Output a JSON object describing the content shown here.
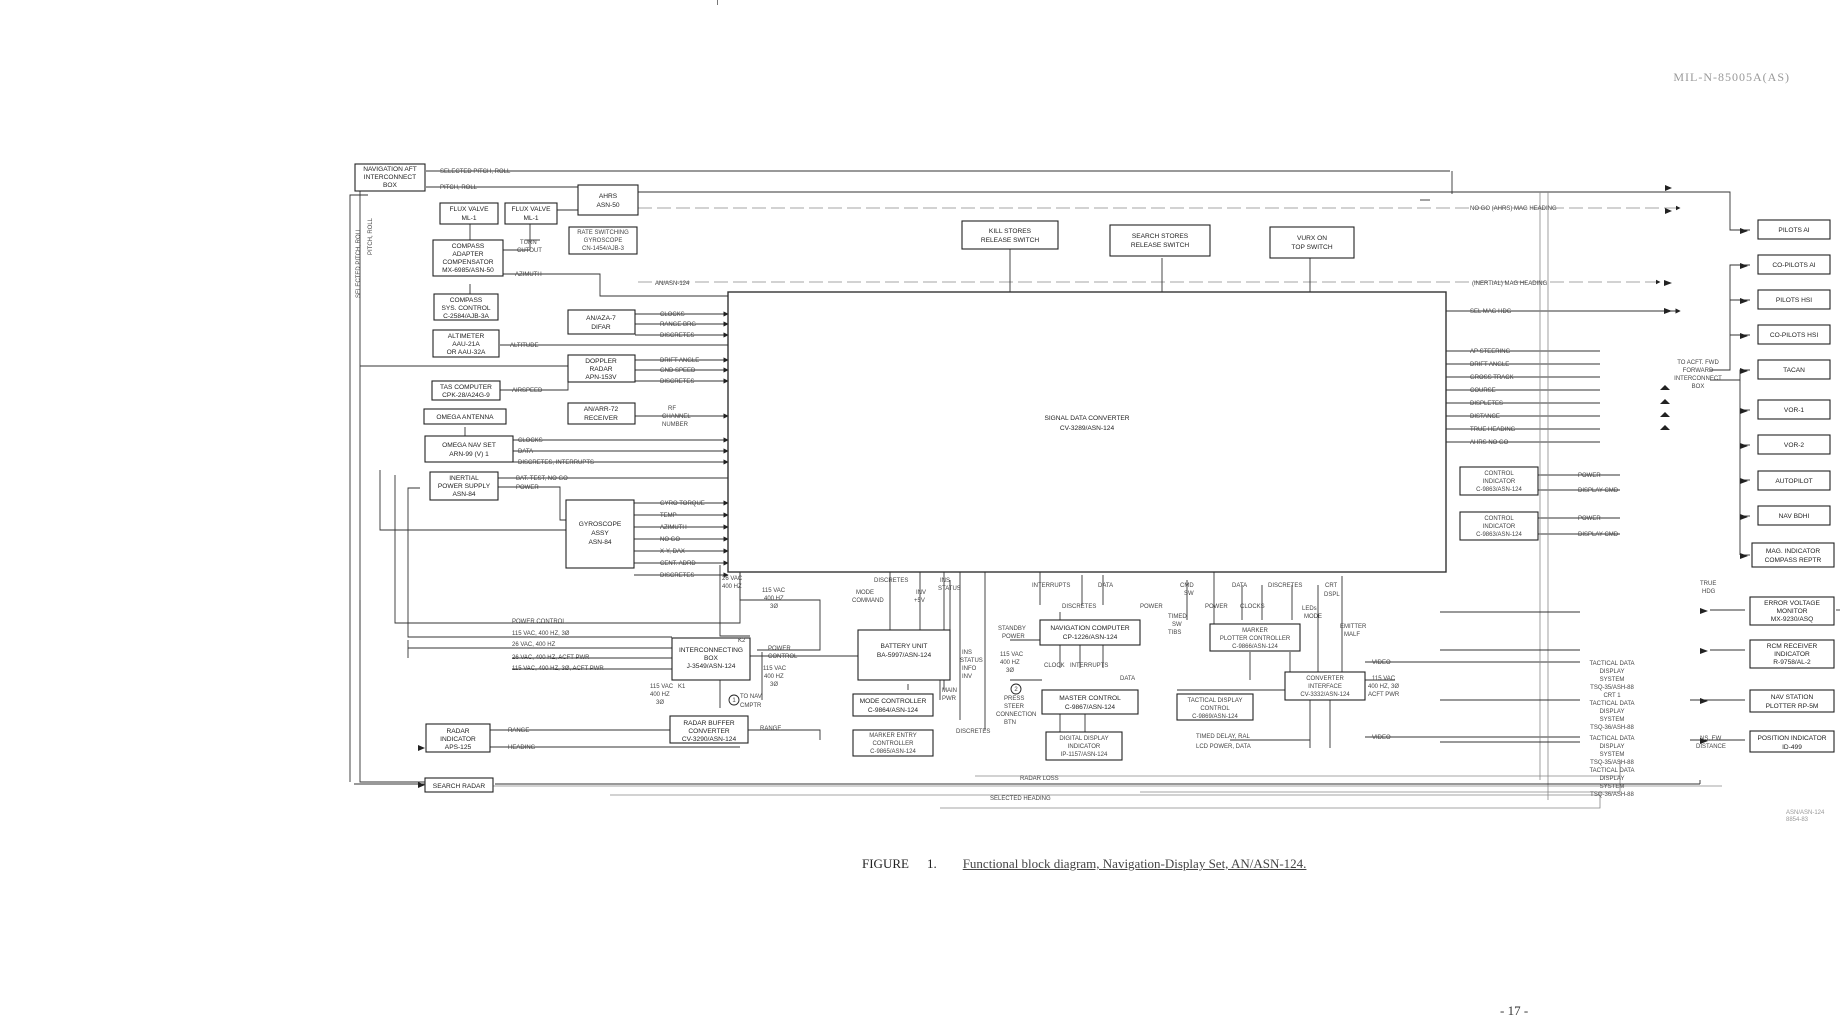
{
  "header": {
    "doc_id": "MIL-N-85005A(AS)"
  },
  "footer": {
    "figure_label": "FIGURE",
    "figure_number": "1.",
    "figure_title": "Functional block diagram, Navigation-Display Set, AN/ASN-124.",
    "page_number": "- 17 -",
    "stamp_line1": "ASN/ASN-124",
    "stamp_line2": "8854-83"
  },
  "blocks": {
    "nav_aft": [
      "NAVIGATION AFT",
      "INTERCONNECT",
      "BOX"
    ],
    "flux1": [
      "FLUX VALVE",
      "ML-1"
    ],
    "flux2": [
      "FLUX VALVE",
      "ML-1"
    ],
    "ahrs": [
      "AHRS",
      "ASN-50"
    ],
    "rate_sw": [
      "RATE SWITCHING",
      "GYROSCOPE",
      "CN-1454/AJB-3"
    ],
    "compass_adapter": [
      "COMPASS",
      "ADAPTER",
      "COMPENSATOR",
      "MX-6985/ASN-50"
    ],
    "compass_sys": [
      "COMPASS",
      "SYS. CONTROL",
      "C-2584/AJB-3A"
    ],
    "altimeter": [
      "ALTIMETER",
      "AAU-21A",
      "OR AAU-32A"
    ],
    "an_aza": [
      "AN/AZA-7",
      "DIFAR"
    ],
    "doppler": [
      "DOPPLER",
      "RADAR",
      "APN-153V"
    ],
    "tas": [
      "TAS COMPUTER",
      "CPK-28/A24G-9"
    ],
    "omega_ant": [
      "OMEGA ANTENNA"
    ],
    "omega_nav": [
      "OMEGA NAV SET",
      "ARN-99 (V) 1"
    ],
    "an_arr": [
      "AN/ARR-72",
      "RECEIVER"
    ],
    "inertial": [
      "INERTIAL",
      "POWER SUPPLY",
      "ASN-84"
    ],
    "gyro": [
      "GYROSCOPE",
      "ASSY",
      "ASN-84"
    ],
    "kill": [
      "KILL STORES",
      "RELEASE SWITCH"
    ],
    "search_stores": [
      "SEARCH STORES",
      "RELEASE SWITCH"
    ],
    "vurx": [
      "VURX ON",
      "TOP SWITCH"
    ],
    "sdc": [
      "SIGNAL DATA CONVERTER",
      "CV-3289/ASN-124"
    ],
    "ctl_ind1": [
      "CONTROL",
      "INDICATOR",
      "C-9863/ASN-124"
    ],
    "ctl_ind2": [
      "CONTROL",
      "INDICATOR",
      "C-9863/ASN-124"
    ],
    "interconnect": [
      "INTERCONNECTING",
      "BOX",
      "J-3549/ASN-124"
    ],
    "battery": [
      "BATTERY UNIT",
      "BA-5997/ASN-124"
    ],
    "mode_ctl": [
      "MODE CONTROLLER",
      "C-9864/ASN-124"
    ],
    "marker_entry": [
      "MARKER ENTRY",
      "CONTROLLER",
      "C-9865/ASN-124"
    ],
    "nav_computer": [
      "NAVIGATION COMPUTER",
      "CP-1226/ASN-124"
    ],
    "master_ctl": [
      "MASTER CONTROL",
      "C-9867/ASN-124"
    ],
    "digital_disp": [
      "DIGITAL DISPLAY",
      "INDICATOR",
      "IP-1157/ASN-124"
    ],
    "marker_plotter": [
      "MARKER",
      "PLOTTER CONTROLLER",
      "C-9866/ASN-124"
    ],
    "tactical_disp": [
      "TACTICAL DISPLAY",
      "CONTROL",
      "C-9869/ASN-124"
    ],
    "converter_if": [
      "CONVERTER",
      "INTERFACE",
      "CV-3332/ASN-124"
    ],
    "radar_buffer": [
      "RADAR BUFFER",
      "CONVERTER",
      "CV-3290/ASN-124"
    ],
    "radar_ind": [
      "RADAR",
      "INDICATOR",
      "APS-125"
    ],
    "search_radar": [
      "SEARCH RADAR"
    ],
    "pilots_ai": [
      "PILOTS AI"
    ],
    "copilots_ai": [
      "CO-PILOTS AI"
    ],
    "pilots_hsi": [
      "PILOTS HSI"
    ],
    "copilots_hsi": [
      "CO-PILOTS HSI"
    ],
    "tacan": [
      "TACAN"
    ],
    "vor1": [
      "VOR-1"
    ],
    "vor2": [
      "VOR-2"
    ],
    "autopilot": [
      "AUTOPILOT"
    ],
    "nav_bdhi": [
      "NAV BDHI"
    ],
    "mag_ind": [
      "MAG. INDICATOR",
      "COMPASS REPTR"
    ],
    "error_volt": [
      "ERROR VOLTAGE",
      "MONITOR",
      "MX-9230/ASQ"
    ],
    "rcm_receiver": [
      "RCM RECEIVER",
      "INDICATOR",
      "R-9758/AL-2"
    ],
    "nav_station": [
      "NAV STATION",
      "PLOTTER RP-5M"
    ],
    "position_ind": [
      "POSITION INDICATOR",
      "ID-499"
    ],
    "fwd_box": [
      "TO ACFT. FWD",
      "FORWARD",
      "INTERCONNECT",
      "BOX"
    ],
    "tdd1": [
      "TACTICAL DATA",
      "DISPLAY",
      "SYSTEM",
      "TSQ-35/ASH-88",
      "CRT 1",
      "TACTICAL DATA",
      "DISPLAY",
      "SYSTEM",
      "TSQ-36/ASH-88"
    ],
    "tdd2": [
      "TACTICAL DATA",
      "DISPLAY",
      "SYSTEM",
      "TSQ-35/ASH-88",
      "TACTICAL DATA",
      "DISPLAY",
      "SYSTEM",
      "TSQ-36/ASH-88"
    ]
  },
  "signals": {
    "selected_pitch_roll": "SELECTED PITCH, ROLL",
    "pitch_roll": "PITCH, ROLL",
    "selected_pitch_roll_v": "SELECTED PITCH, ROLL",
    "pitch_roll_v": "PITCH, ROLL",
    "ahrs_mag": "NO GO    (AHRS) MAG HEADING",
    "turn_cutout": [
      "TURN",
      "CUTOUT"
    ],
    "azimuth": "AZIMUTH",
    "an_asn": "AN/ASN-124",
    "inertial_mag": "(INERTIAL) MAG HEADING",
    "sel_mag": "SEL MAG HDG",
    "difar_sig": [
      "CLOCKS",
      "RANGE BRG",
      "DISCRETES"
    ],
    "altitude": "ALTITUDE",
    "doppler_sig": [
      "DRIFT ANGLE",
      "GND SPEED",
      "DISCRETES"
    ],
    "airspeed": "AIRSPEED",
    "rf_chan": [
      "RF",
      "CHANNEL",
      "NUMBER"
    ],
    "omega_sig": [
      "CLOCKS",
      "DATA",
      "DISCRETES, INTERRUPTS"
    ],
    "bat_test": "BAT. TEST, NO GO",
    "power": "POWER",
    "gyro_sig": [
      "GYRO TORQUE",
      "TEMP",
      "AZIMUTH",
      "NO GO",
      "X-Y, DAX",
      "CENT. ADRD",
      "DISCRETES"
    ],
    "out_sig": [
      "AP STEERING",
      "DRIFT ANGLE",
      "GROSS TRACK",
      "COURSE",
      "DISPLETES",
      "DISTANCE",
      "TRUE HEADING",
      "AHRS NO GO"
    ],
    "power_disp": [
      "POWER",
      "DISPLAY CMD",
      "POWER",
      "DISPLAY CMD"
    ],
    "vac26": [
      "26 VAC",
      "400 HZ"
    ],
    "vac115a": [
      "115 VAC",
      "400 HZ",
      "3Ø"
    ],
    "discretes": "DISCRETES",
    "mode_cmd": [
      "MODE",
      "COMMAND"
    ],
    "ins_stat": [
      "INS",
      "STATUS"
    ],
    "inv": [
      "INV",
      "+5V"
    ],
    "power_control": "POWER CONTROL",
    "pc_short": [
      "POWER",
      "CONTROL"
    ],
    "pwr_lines": [
      "115 VAC, 400 HZ, 3Ø",
      "26 VAC, 400 HZ",
      "26 VAC, 400 HZ, ACFT PWR",
      "115 VAC, 400 HZ, 3Ø, ACFT PWR"
    ],
    "vac115b": [
      "115 VAC",
      "400 HZ",
      "3Ø"
    ],
    "vac115c": [
      "115 VAC",
      "400 HZ",
      "3Ø"
    ],
    "k1": "K1",
    "k2": "K2",
    "to_nav": [
      "TO NAV",
      "CMPTR"
    ],
    "main_pwr": [
      "MAIN",
      "PWR"
    ],
    "ins_status2": [
      "INS",
      "STATUS",
      "INFO",
      "INV"
    ],
    "interrupts": "INTERRUPTS",
    "data": "DATA",
    "discretes_mid": "DISCRETES",
    "standby": [
      "STANDBY",
      "POWER"
    ],
    "vac115d": [
      "115 VAC",
      "400 HZ",
      "3Ø"
    ],
    "clock_int": [
      "CLOCK",
      "INTERRUPTS",
      "DATA"
    ],
    "press_sw": [
      "PRESS",
      "STEER",
      "CONNECTION",
      "BTN"
    ],
    "discretes_b": "DISCRETES",
    "cmd_sw": [
      "CMD",
      "SW"
    ],
    "timed": [
      "TIMED",
      "SW",
      "TIBS"
    ],
    "power_right": "POWER",
    "clocks_data": [
      "POWER",
      "CLOCKS",
      "DATA",
      "DISCRETES",
      "CRT",
      "DSPL"
    ],
    "led": [
      "LEDs",
      "MODE"
    ],
    "emitter": [
      "EMITTER",
      "MALF"
    ],
    "video": "VIDEO",
    "video2": "VIDEO",
    "vac115e": [
      "115 VAC",
      "400 HZ, 3Ø",
      "ACFT PWR"
    ],
    "tmed": "TIMED DELAY, RAL",
    "lcd_power": "LCD POWER, DATA",
    "radar_loss": "RADAR LOSS",
    "selected_heading": "SELECTED HEADING",
    "range": "RANGE",
    "heading": "HEADING",
    "range2": "RANGE",
    "true_hdg": [
      "TRUE",
      "HDG"
    ],
    "ns_ew": [
      "NS, EW",
      "DISTANCE"
    ]
  },
  "markers": {
    "circle_1": "1",
    "circle_2": "2"
  }
}
